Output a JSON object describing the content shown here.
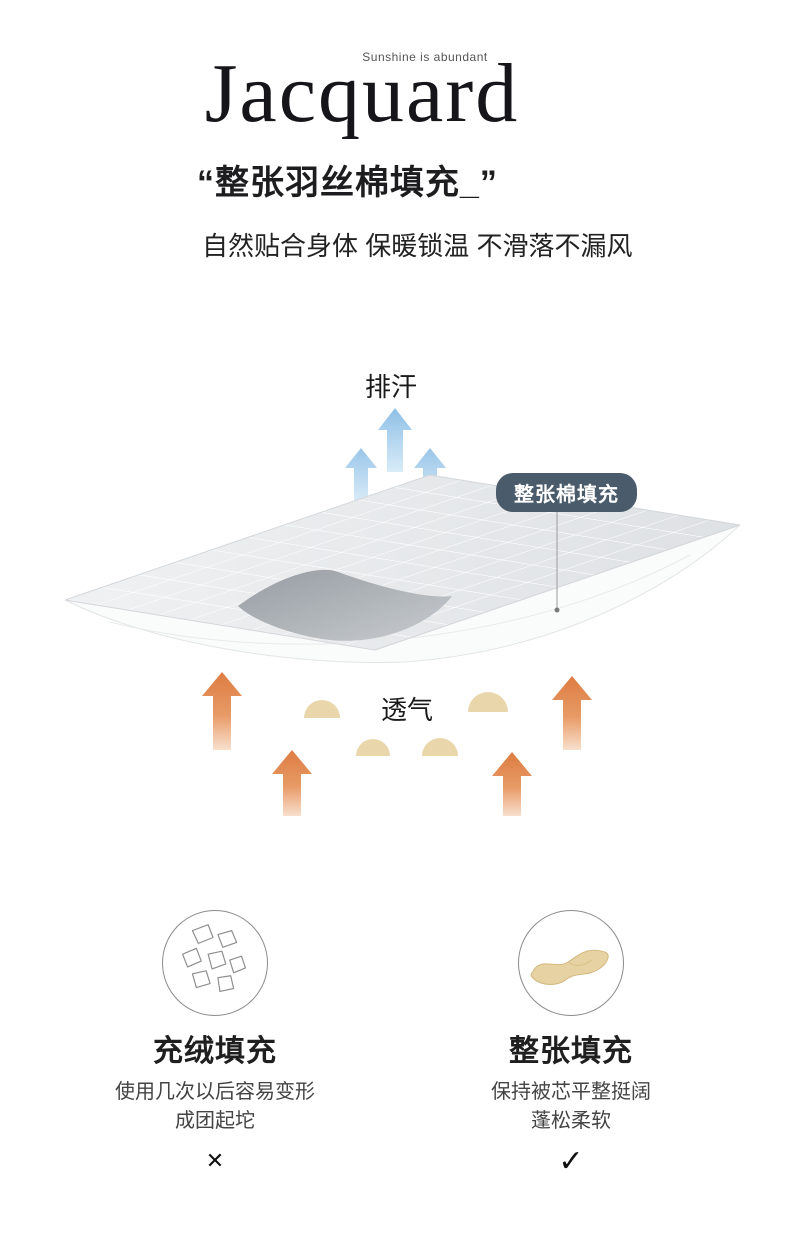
{
  "brand": {
    "tagline": "Sunshine is abundant",
    "logo": "Jacquard"
  },
  "header": {
    "title": "“整张羽丝棉填充_”",
    "subtitle": "自然贴合身体 保暖锁温 不滑落不漏风"
  },
  "diagram": {
    "sweat_label": "排汗",
    "breathe_label": "透气",
    "badge_label": "整张棉填充"
  },
  "comparison": {
    "left": {
      "title": "充绒填充",
      "desc_line1": "使用几次以后容易变形",
      "desc_line2": "成团起坨",
      "mark": "✕"
    },
    "right": {
      "title": "整张填充",
      "desc_line1": "保持被芯平整挺阔",
      "desc_line2": "蓬松柔软",
      "mark": "✓"
    }
  },
  "colors": {
    "badge_bg": "#4a5b6b",
    "arrow_blue": "#8ebfe6",
    "arrow_orange": "#dd7c42",
    "dome_tan": "#e9d6ab",
    "sheet_tan": "#e6d2a2"
  }
}
